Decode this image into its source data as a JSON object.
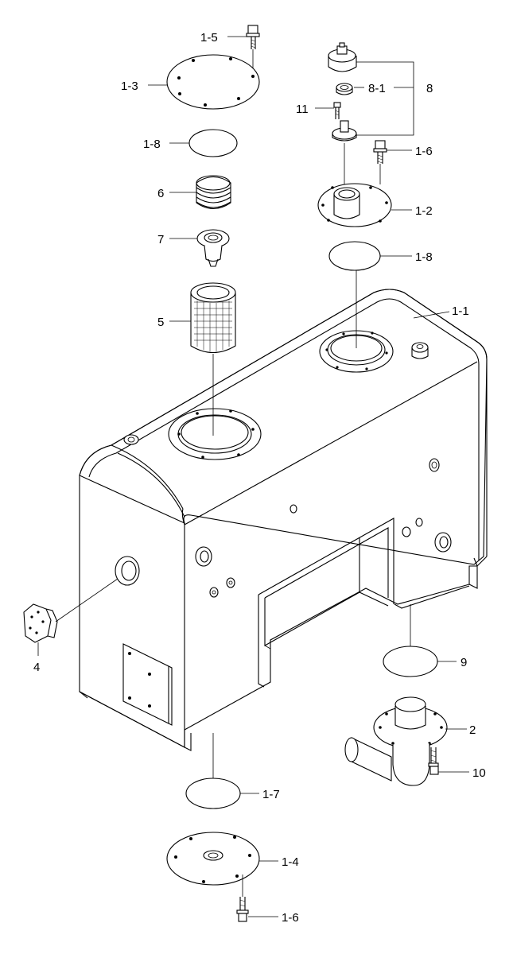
{
  "labels": {
    "l1_5": "1-5",
    "l1_3": "1-3",
    "l1_8a": "1-8",
    "l6": "6",
    "l7": "7",
    "l5": "5",
    "l8_1": "8-1",
    "l8": "8",
    "l11": "11",
    "l1_6a": "1-6",
    "l1_2": "1-2",
    "l1_8b": "1-8",
    "l1_1": "1-1",
    "l4": "4",
    "l9": "9",
    "l2": "2",
    "l10": "10",
    "l1_7": "1-7",
    "l1_4": "1-4",
    "l1_6b": "1-6"
  }
}
